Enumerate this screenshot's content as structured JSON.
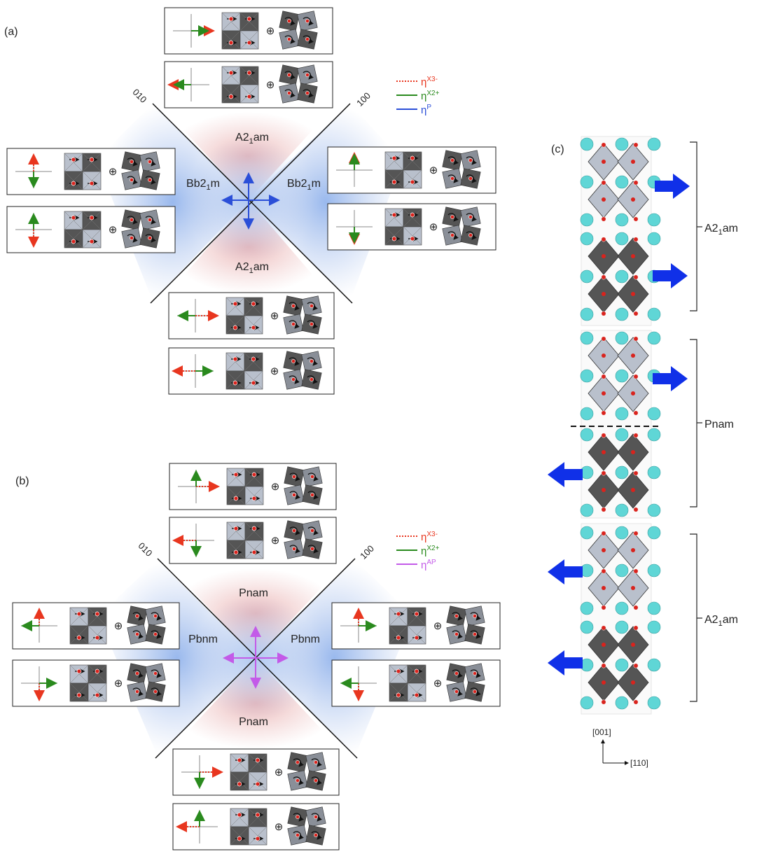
{
  "panels": {
    "a": {
      "label": "(a)"
    },
    "b": {
      "label": "(b)"
    },
    "c": {
      "label": "(c)"
    }
  },
  "axis_labels": {
    "left": "010",
    "right": "100"
  },
  "legend_a": [
    {
      "symbol": "η",
      "sup": "X3-",
      "color": "#e8361f",
      "style": "dotted"
    },
    {
      "symbol": "η",
      "sup": "X2+",
      "color": "#2a8a1e",
      "style": "solid"
    },
    {
      "symbol": "η",
      "sup": "P",
      "color": "#2b4fd8",
      "style": "solid"
    }
  ],
  "legend_b": [
    {
      "symbol": "η",
      "sup": "X3-",
      "color": "#e8361f",
      "style": "dotted"
    },
    {
      "symbol": "η",
      "sup": "X2+",
      "color": "#2a8a1e",
      "style": "solid"
    },
    {
      "symbol": "η",
      "sup": "AP",
      "color": "#c35ae8",
      "style": "solid"
    }
  ],
  "phases_a": {
    "top": {
      "main": "A2",
      "sub": "1",
      "rest": "am"
    },
    "bottom": {
      "main": "A2",
      "sub": "1",
      "rest": "am"
    },
    "left": {
      "main": "Bb2",
      "sub": "1",
      "rest": "m"
    },
    "right": {
      "main": "Bb2",
      "sub": "1",
      "rest": "m"
    }
  },
  "phases_b": {
    "top": "Pnam",
    "bottom": "Pnam",
    "left": "Pbnm",
    "right": "Pbnm"
  },
  "plus_symbol": "⊕",
  "panel_c": {
    "labels": [
      {
        "main": "A2",
        "sub": "1",
        "rest": "am"
      },
      {
        "main": "Pnam",
        "sub": "",
        "rest": ""
      },
      {
        "main": "A2",
        "sub": "1",
        "rest": "am"
      }
    ],
    "axis_up": "[001]",
    "axis_right": "[110]",
    "arrow_color": "#1030e8",
    "arrow_directions": [
      "right",
      "right",
      "right",
      "left",
      "left",
      "left"
    ]
  },
  "colors": {
    "dark_octahedron": "#555555",
    "light_octahedron": "#b9c0cc",
    "atom_a": "#5fd6d6",
    "oxygen": "#d9231d",
    "blue_region": "#9fb8e8",
    "red_region": "#eab8b8"
  }
}
